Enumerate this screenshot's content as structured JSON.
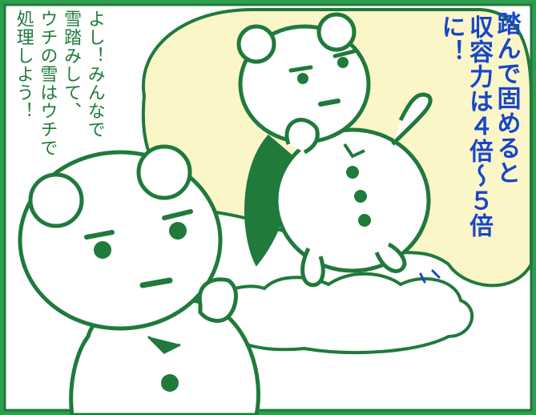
{
  "speech": {
    "lines": [
      "よし！みんなで",
      "雪踏みして、",
      "ウチの雪はウチで",
      "処理しよう！"
    ]
  },
  "shout": {
    "lines": [
      "踏んで固めると",
      "収容力は４倍～５倍に！"
    ]
  },
  "colors": {
    "frame": "#2e9e4e",
    "outline": "#1f7a3b",
    "bubble": "#fbf6c8",
    "shout_text": "#1846c9"
  }
}
